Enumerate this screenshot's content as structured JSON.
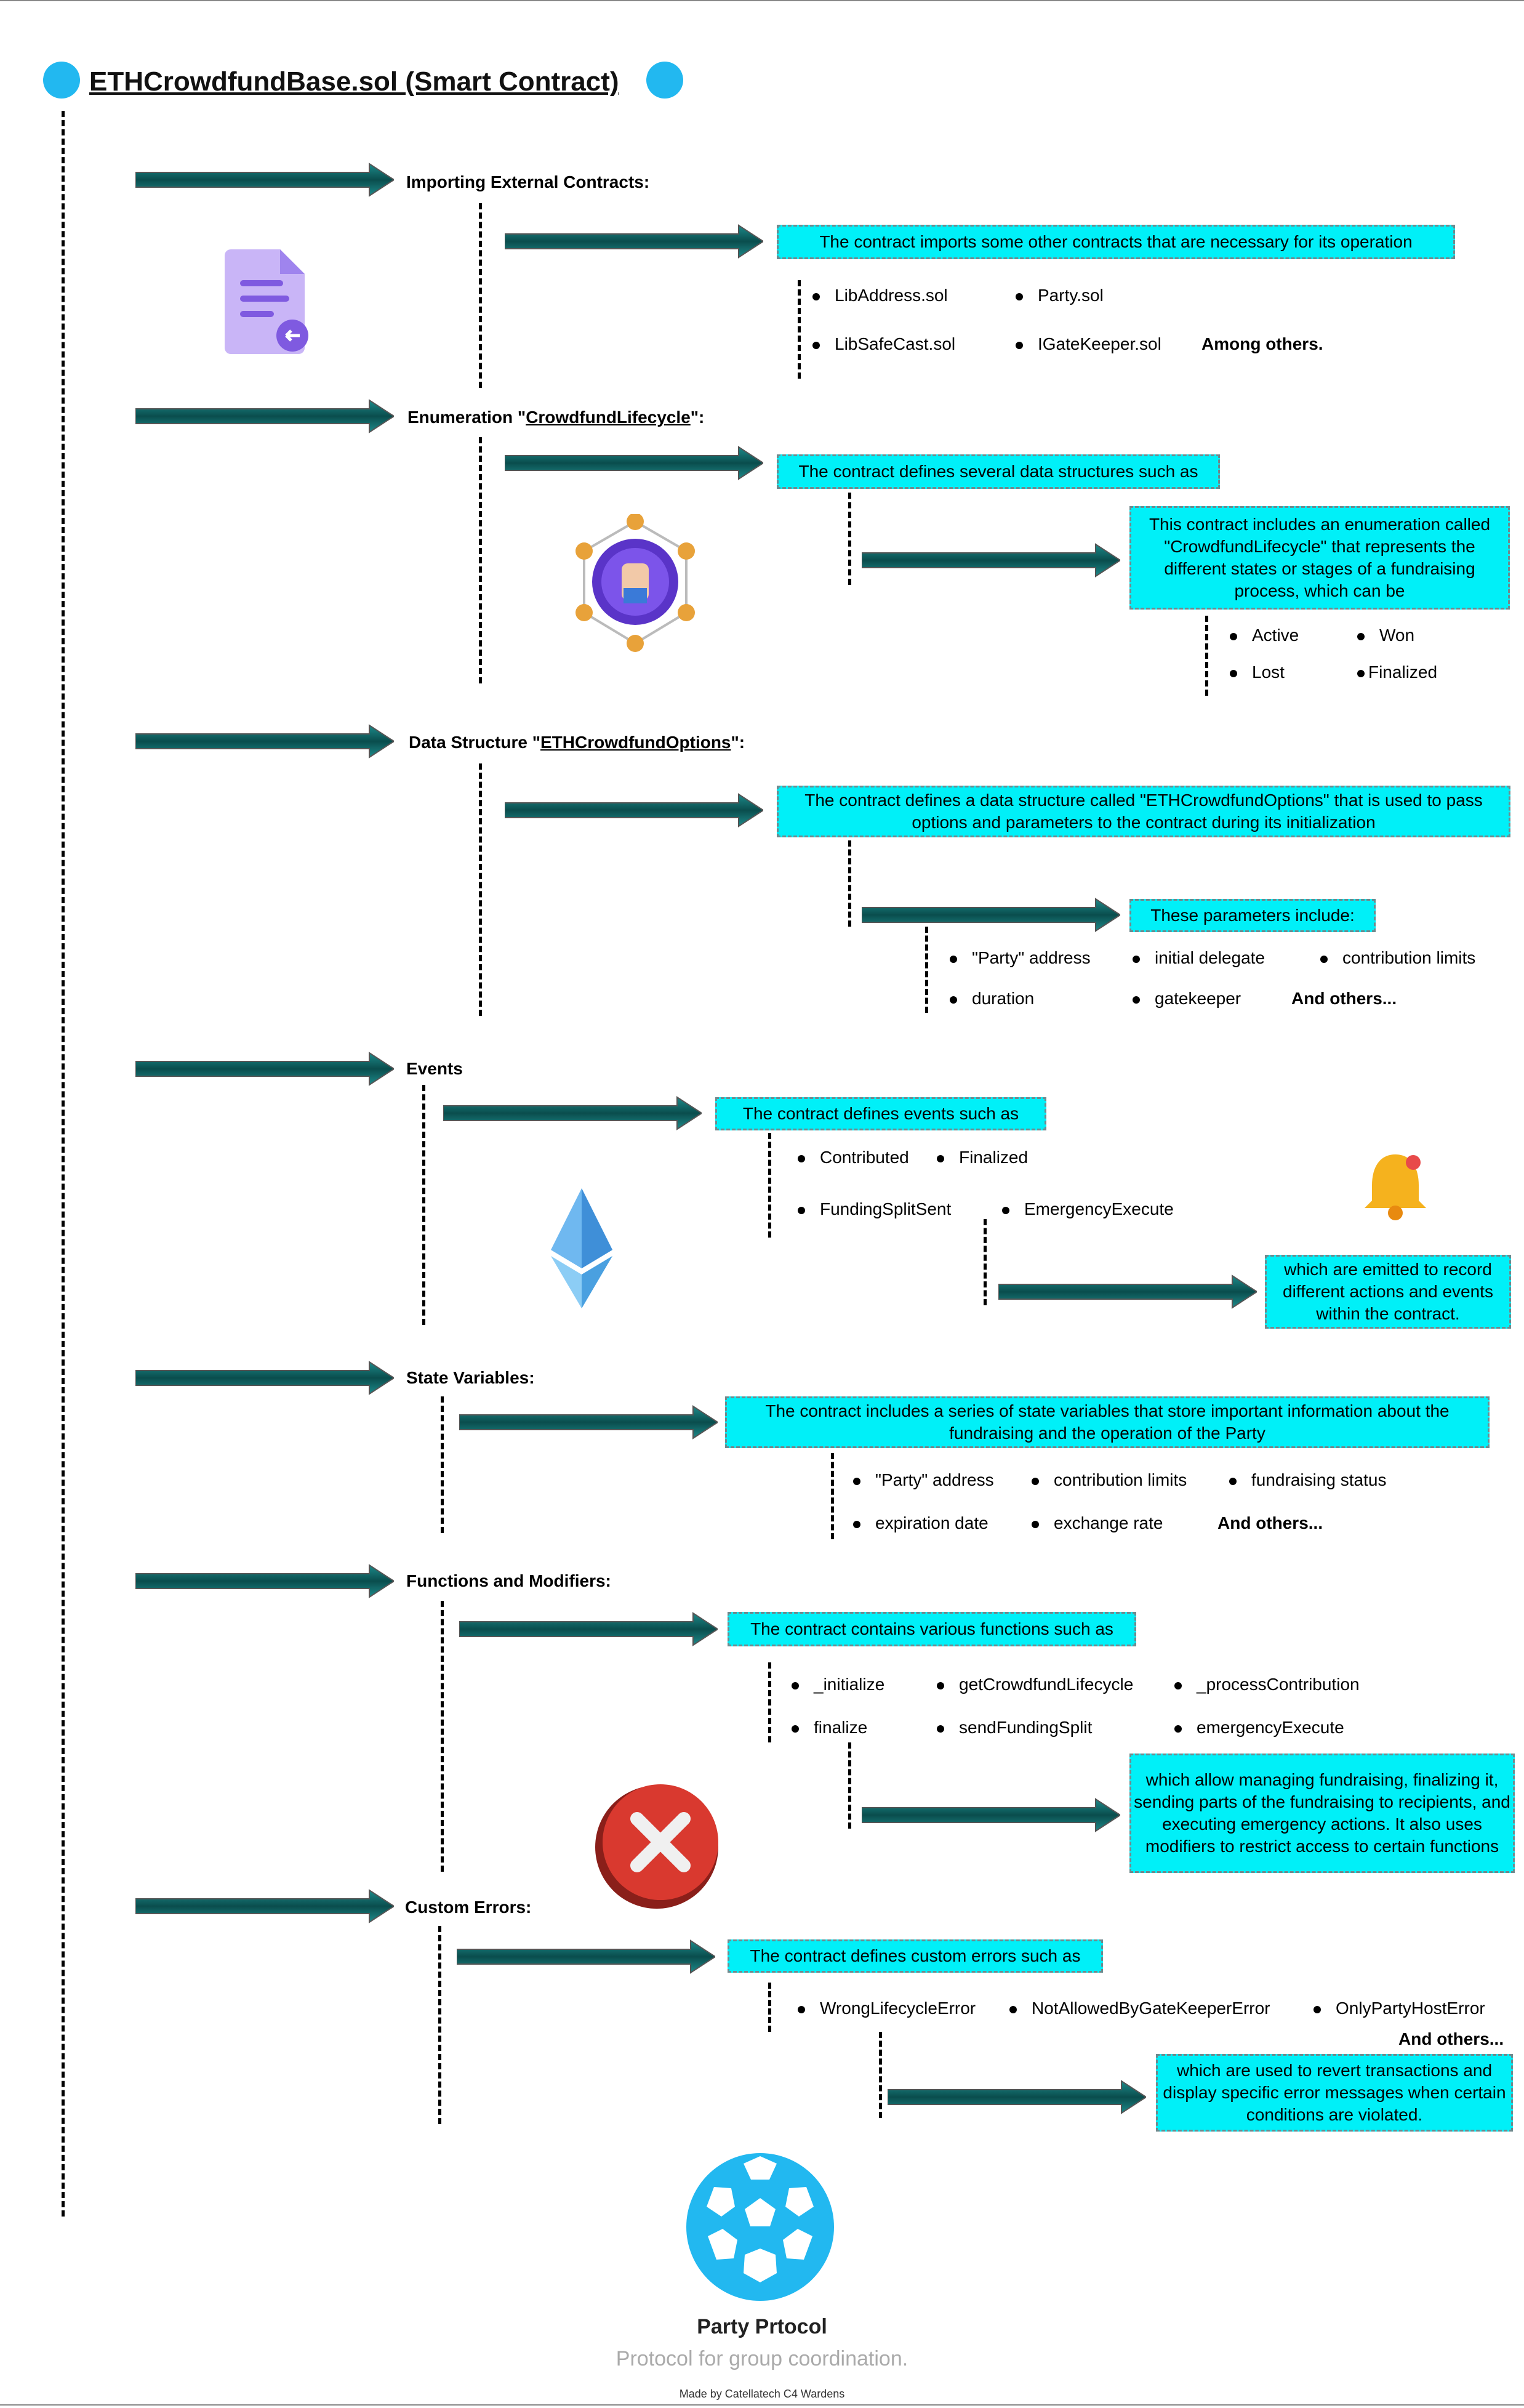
{
  "title": "ETHCrowdfundBase.sol (Smart Contract)",
  "sections": {
    "imports": {
      "label": "Importing External Contracts:",
      "box": "The contract imports some other contracts that are necessary for its operation",
      "items": [
        "LibAddress.sol",
        "Party.sol",
        "LibSafeCast.sol",
        "IGateKeeper.sol"
      ],
      "more": "Among others."
    },
    "enum": {
      "label_prefix": "Enumeration \"",
      "label_name": "CrowdfundLifecycle",
      "label_suffix": "\":",
      "box1": "The contract defines several data structures such as",
      "box2": "This contract includes an enumeration called \"CrowdfundLifecycle\" that represents the different states or stages of a fundraising process, which can be",
      "items": [
        "Active",
        "Won",
        "Lost",
        "Finalized"
      ]
    },
    "data": {
      "label_prefix": "Data Structure \"",
      "label_name": "ETHCrowdfundOptions",
      "label_suffix": "\":",
      "box1": "The contract defines a data structure called \"ETHCrowdfundOptions\" that is used to pass options and parameters to the contract during its initialization",
      "box2": "These parameters include:",
      "items": [
        "\"Party\" address",
        "initial delegate",
        "contribution limits",
        "duration",
        "gatekeeper"
      ],
      "more": "And others..."
    },
    "events": {
      "label": "Events",
      "box1": "The contract defines events such as",
      "items": [
        "Contributed",
        "Finalized",
        "FundingSplitSent",
        "EmergencyExecute"
      ],
      "box2": "which are emitted to record different actions and events within the contract."
    },
    "state": {
      "label": "State Variables:",
      "box": "The contract includes a series of state variables that store important information about the fundraising and the operation of the Party",
      "items": [
        "\"Party\" address",
        "contribution limits",
        "fundraising status",
        "expiration date",
        "exchange rate"
      ],
      "more": "And others..."
    },
    "functions": {
      "label": "Functions and Modifiers:",
      "box1": "The contract contains various functions such as",
      "items": [
        "_initialize",
        "getCrowdfundLifecycle",
        "_processContribution",
        "finalize",
        "sendFundingSplit",
        "emergencyExecute"
      ],
      "box2": "which allow managing fundraising, finalizing it, sending parts of the fundraising to recipients, and executing emergency actions. It also uses modifiers to restrict access to certain functions"
    },
    "errors": {
      "label": "Custom Errors:",
      "box1": "The contract defines custom errors such as",
      "items": [
        "WrongLifecycleError",
        "NotAllowedByGateKeeperError",
        "OnlyPartyHostError"
      ],
      "more": "And others...",
      "box2": "which are used to revert transactions and display specific error messages when certain conditions are violated."
    }
  },
  "footer": {
    "title": "Party Prtocol",
    "subtitle": "Protocol for group coordination.",
    "made_by": "Made by Catellatech C4 Wardens"
  },
  "colors": {
    "box_fill": "#00f0f8",
    "arrow": "#0b5a5a",
    "brand_blue": "#22b8f0"
  },
  "icons": [
    "document-icon",
    "crowd-globe-icon",
    "ethereum-icon",
    "bell-icon",
    "error-x-icon",
    "party-logo-icon"
  ]
}
